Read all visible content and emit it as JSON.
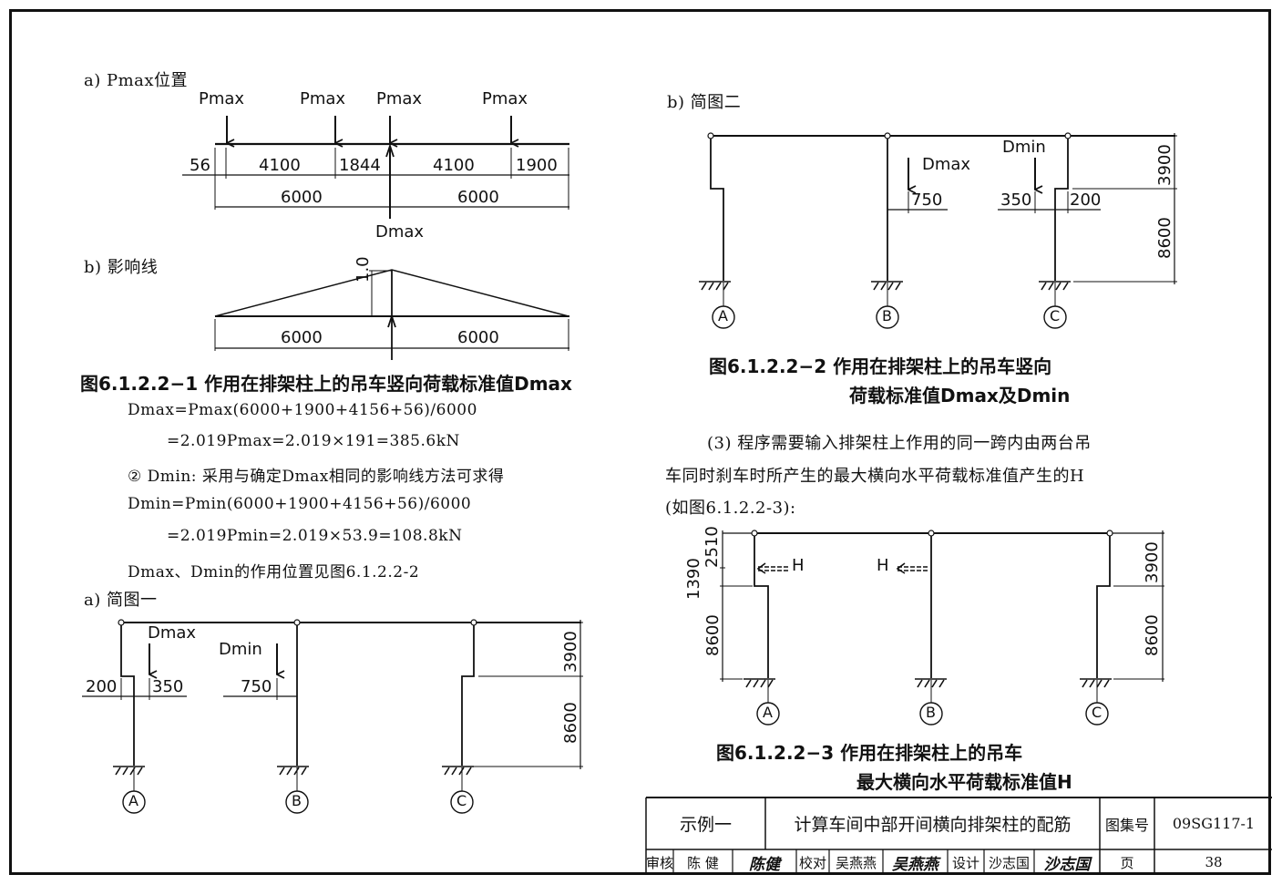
{
  "fig1": {
    "section_a_label": "a) Pmax位置",
    "load_labels": [
      "Pmax",
      "Pmax",
      "Pmax",
      "Pmax"
    ],
    "reaction_label": "Dmax",
    "segment_dims": [
      "56",
      "4100",
      "1844",
      "4100",
      "1900"
    ],
    "span_dims": [
      "6000",
      "6000"
    ],
    "section_b_label": "b) 影响线",
    "influence_peak": "1.0",
    "influence_spans": [
      "6000",
      "6000"
    ],
    "caption": "图6.1.2.2−1  作用在排架柱上的吊车竖向荷载标准值Dmax"
  },
  "calc": {
    "line1": "Dmax=Pmax(6000+1900+4156+56)/6000",
    "line2": "=2.019Pmax=2.019×191=385.6kN",
    "line3": "② Dmin: 采用与确定Dmax相同的影响线方法可求得",
    "line4": "Dmin=Pmin(6000+1900+4156+56)/6000",
    "line5": "=2.019Pmin=2.019×53.9=108.8kN",
    "line6": "Dmax、Dmin的作用位置见图6.1.2.2-2"
  },
  "sketch1": {
    "label": "a) 简图一",
    "dmax_label": "Dmax",
    "dmin_label": "Dmin",
    "dims": [
      "200",
      "350",
      "750"
    ],
    "heights": [
      "3900",
      "8600"
    ],
    "axes": [
      "A",
      "B",
      "C"
    ]
  },
  "sketch2": {
    "label": "b) 简图二",
    "dmax_label": "Dmax",
    "dmin_label": "Dmin",
    "dims": [
      "750",
      "350",
      "200"
    ],
    "heights": [
      "3900",
      "8600"
    ],
    "axes": [
      "A",
      "B",
      "C"
    ]
  },
  "fig2": {
    "caption_line1": "图6.1.2.2−2  作用在排架柱上的吊车竖向",
    "caption_line2": "荷载标准值Dmax及Dmin"
  },
  "para3": {
    "line1": "(3) 程序需要输入排架柱上作用的同一跨内由两台吊",
    "line2": "车同时刹车时所产生的最大横向水平荷载标准值产生的H",
    "line3": "(如图6.1.2.2-3):"
  },
  "fig3": {
    "h_label": "H",
    "left_dims": [
      "2510",
      "1390",
      "8600"
    ],
    "right_dims": [
      "3900",
      "8600"
    ],
    "axes": [
      "A",
      "B",
      "C"
    ],
    "caption_line1": "图6.1.2.2−3  作用在排架柱上的吊车",
    "caption_line2": "最大横向水平荷载标准值H"
  },
  "title_block": {
    "example": "示例一",
    "title": "计算车间中部开间横向排架柱的配筋",
    "atlas_label": "图集号",
    "atlas_no": "09SG117-1",
    "review_label": "审核",
    "reviewer": "陈  健",
    "reviewer_sig": "陈健",
    "check_label": "校对",
    "checker": "吴燕燕",
    "checker_sig": "吴燕燕",
    "design_label": "设计",
    "designer": "沙志国",
    "designer_sig": "沙志国",
    "page_label": "页",
    "page_no": "38"
  }
}
